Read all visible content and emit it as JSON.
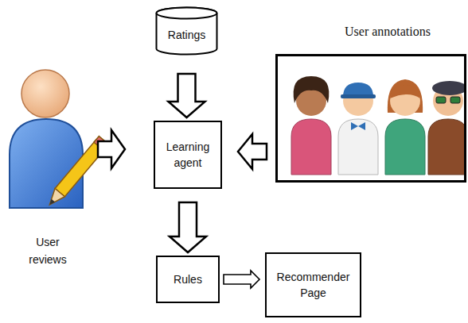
{
  "diagram": {
    "nodes": [
      {
        "text": [
          "Ratings"
        ]
      },
      {
        "text": [
          "User annotations"
        ]
      },
      {
        "text": [
          "Learning agent"
        ]
      },
      {
        "text": [
          "Rules"
        ]
      },
      {
        "text": [
          "Recommender Page"
        ]
      }
    ],
    "edges": [
      {
        "from": 0,
        "to": 2,
        "arrow": "to"
      },
      {
        "from": 1,
        "to": 2,
        "arrow": "to"
      },
      {
        "from": 2,
        "to": 3,
        "arrow": "to"
      },
      {
        "from": 3,
        "to": 4,
        "arrow": "to"
      }
    ],
    "labels": [
      "User reviews"
    ]
  }
}
